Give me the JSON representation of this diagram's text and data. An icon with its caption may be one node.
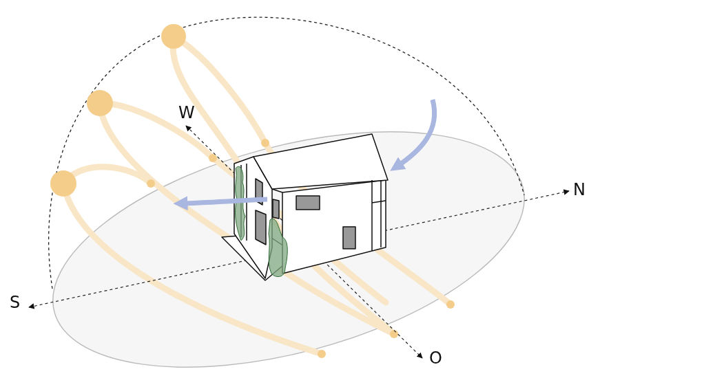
{
  "diagram": {
    "labels": [
      "W",
      "N",
      "S",
      "O"
    ]
  }
}
